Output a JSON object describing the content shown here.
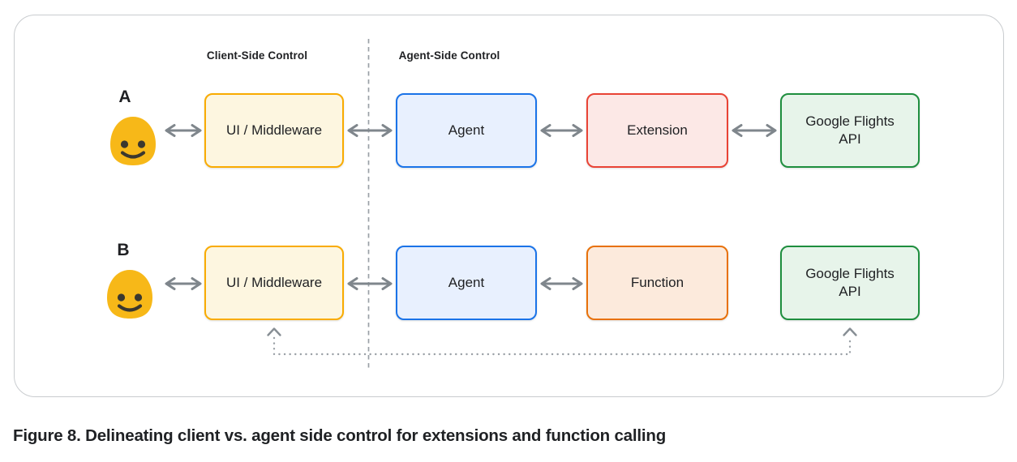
{
  "caption": "Figure 8. Delineating client vs. agent side control for extensions and function calling",
  "sections": {
    "client_label": "Client-Side Control",
    "agent_label": "Agent-Side Control"
  },
  "rows": [
    {
      "row_label": "A",
      "user_icon": "smiley-blob-user-icon",
      "nodes": [
        {
          "label": "UI / Middleware",
          "border_color": "#F9AB00",
          "fill_color": "#FDF6E0"
        },
        {
          "label": "Agent",
          "border_color": "#1A73E8",
          "fill_color": "#E8F0FE"
        },
        {
          "label": "Extension",
          "border_color": "#E94335",
          "fill_color": "#FCE8E6"
        },
        {
          "label": "Google Flights API",
          "border_color": "#1E8E3E",
          "fill_color": "#E7F4EA"
        }
      ]
    },
    {
      "row_label": "B",
      "user_icon": "smiley-blob-user-icon",
      "nodes": [
        {
          "label": "UI / Middleware",
          "border_color": "#F9AB00",
          "fill_color": "#FDF6E0"
        },
        {
          "label": "Agent",
          "border_color": "#1A73E8",
          "fill_color": "#E8F0FE"
        },
        {
          "label": "Function",
          "border_color": "#E8710A",
          "fill_color": "#FCEADC"
        },
        {
          "label": "Google Flights API",
          "border_color": "#1E8E3E",
          "fill_color": "#E7F4EA"
        }
      ]
    }
  ],
  "connectors": {
    "bidirectional_arrow_color": "#7F868C",
    "dashed_divider_color": "#9AA0A6",
    "dotted_return_color": "#9AA0A6"
  },
  "avatar": {
    "face_color": "#F7B818",
    "feature_color": "#3B382F"
  }
}
